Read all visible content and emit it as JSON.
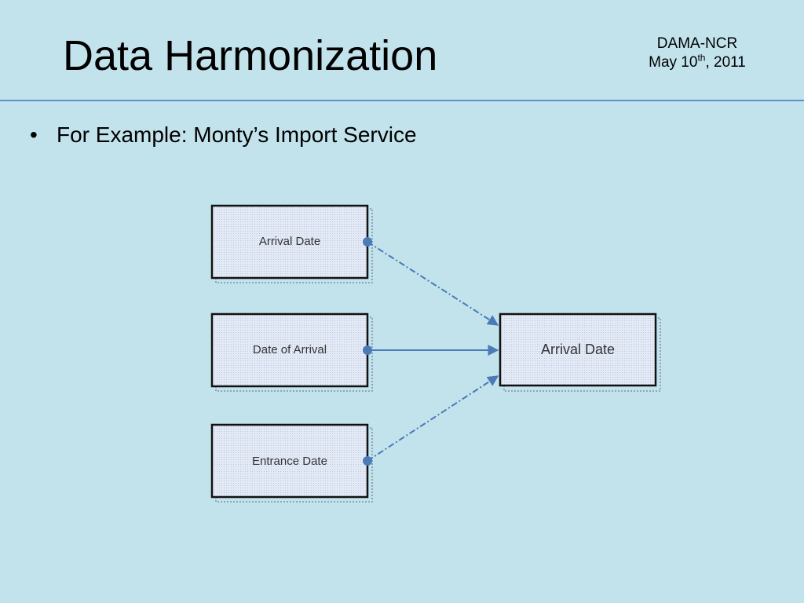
{
  "slide": {
    "title": "Data Harmonization",
    "org": "DAMA-NCR",
    "date_prefix": "May 10",
    "date_sup": "th",
    "date_suffix": ", 2011"
  },
  "bullets": [
    {
      "marker": "•",
      "text": "For Example: Monty’s Import Service"
    }
  ],
  "diagram": {
    "sources": [
      "Arrival Date",
      "Date of Arrival",
      "Entrance Date"
    ],
    "target": "Arrival Date"
  },
  "colors": {
    "background": "#c2e3ec",
    "rule": "#5b8fce",
    "connector": "#4a7ab8",
    "box_fill": "#dfe7f4"
  }
}
